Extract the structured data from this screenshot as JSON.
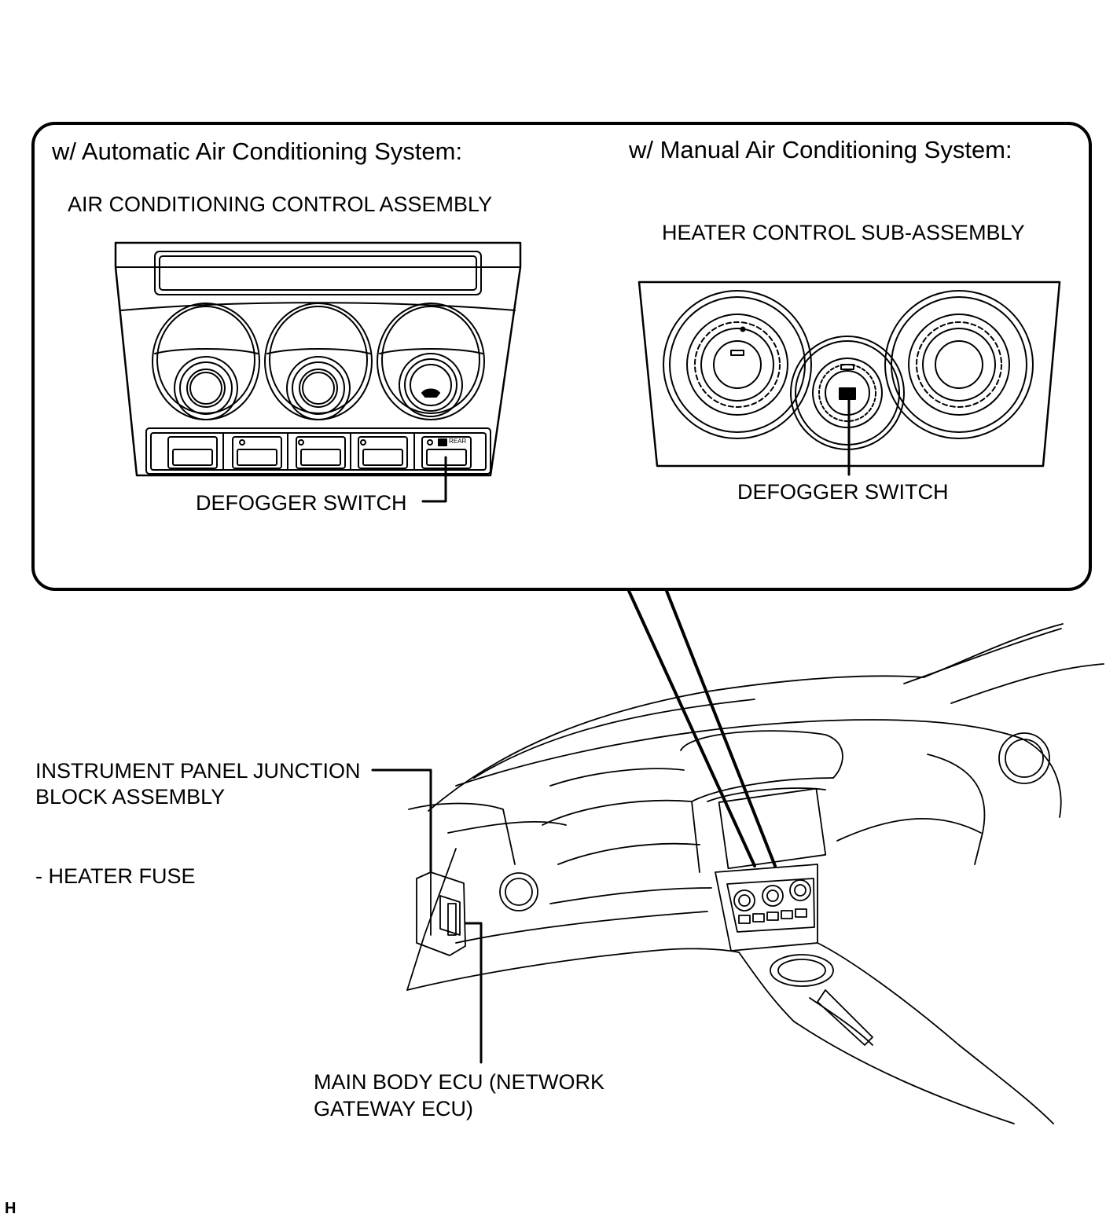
{
  "callout": {
    "automatic_heading": "w/ Automatic Air Conditioning System:",
    "manual_heading": "w/ Manual Air Conditioning System:",
    "ac_control_assembly": "AIR CONDITIONING CONTROL ASSEMBLY",
    "heater_control_sub_assembly": "HEATER CONTROL SUB-ASSEMBLY",
    "defogger_switch_auto": "DEFOGGER SWITCH",
    "defogger_switch_manual": "DEFOGGER SWITCH",
    "rear_button_text": "REAR"
  },
  "labels": {
    "junction_block_line1": "INSTRUMENT PANEL JUNCTION",
    "junction_block_line2": "BLOCK ASSEMBLY",
    "heater_fuse": "- HEATER FUSE",
    "main_body_ecu_line1": "MAIN BODY ECU (NETWORK",
    "main_body_ecu_line2": "GATEWAY ECU)"
  },
  "corner_mark": "H"
}
